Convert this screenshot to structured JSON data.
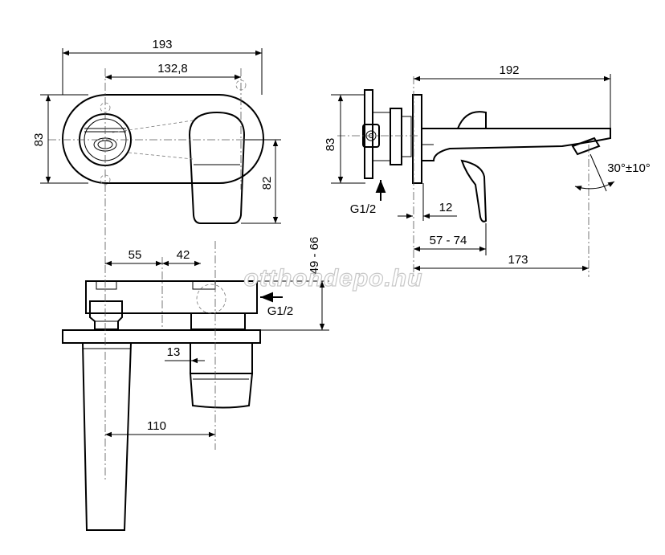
{
  "top_view": {
    "width_total": "193",
    "width_centers": "132,8",
    "height_plate": "83",
    "lever_height": "82"
  },
  "side_view": {
    "length_plate": "192",
    "height_plate": "83",
    "inlet_label": "G1/2",
    "plate_offset": "12",
    "wall_range": "57 - 74",
    "spout_reach": "173",
    "angle": "30°±10°"
  },
  "front_view": {
    "dist_a": "55",
    "dist_b": "42",
    "height_range": "49 - 66",
    "inlet_label": "G1/2",
    "nut_offset": "13",
    "spout_offset": "110"
  },
  "watermark": "otthondepo.hu"
}
